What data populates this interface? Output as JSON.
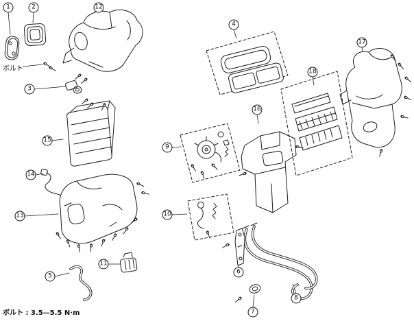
{
  "diagram": {
    "labels": {
      "bolt": "ボルト",
      "torque_prefix": "ボルト :",
      "torque_value": "3.5—5.5 N·m"
    },
    "callouts": [
      "1",
      "2",
      "3",
      "4",
      "5",
      "6",
      "7",
      "8",
      "9",
      "10",
      "11",
      "12",
      "13",
      "14",
      "15",
      "16",
      "17",
      "18"
    ]
  }
}
